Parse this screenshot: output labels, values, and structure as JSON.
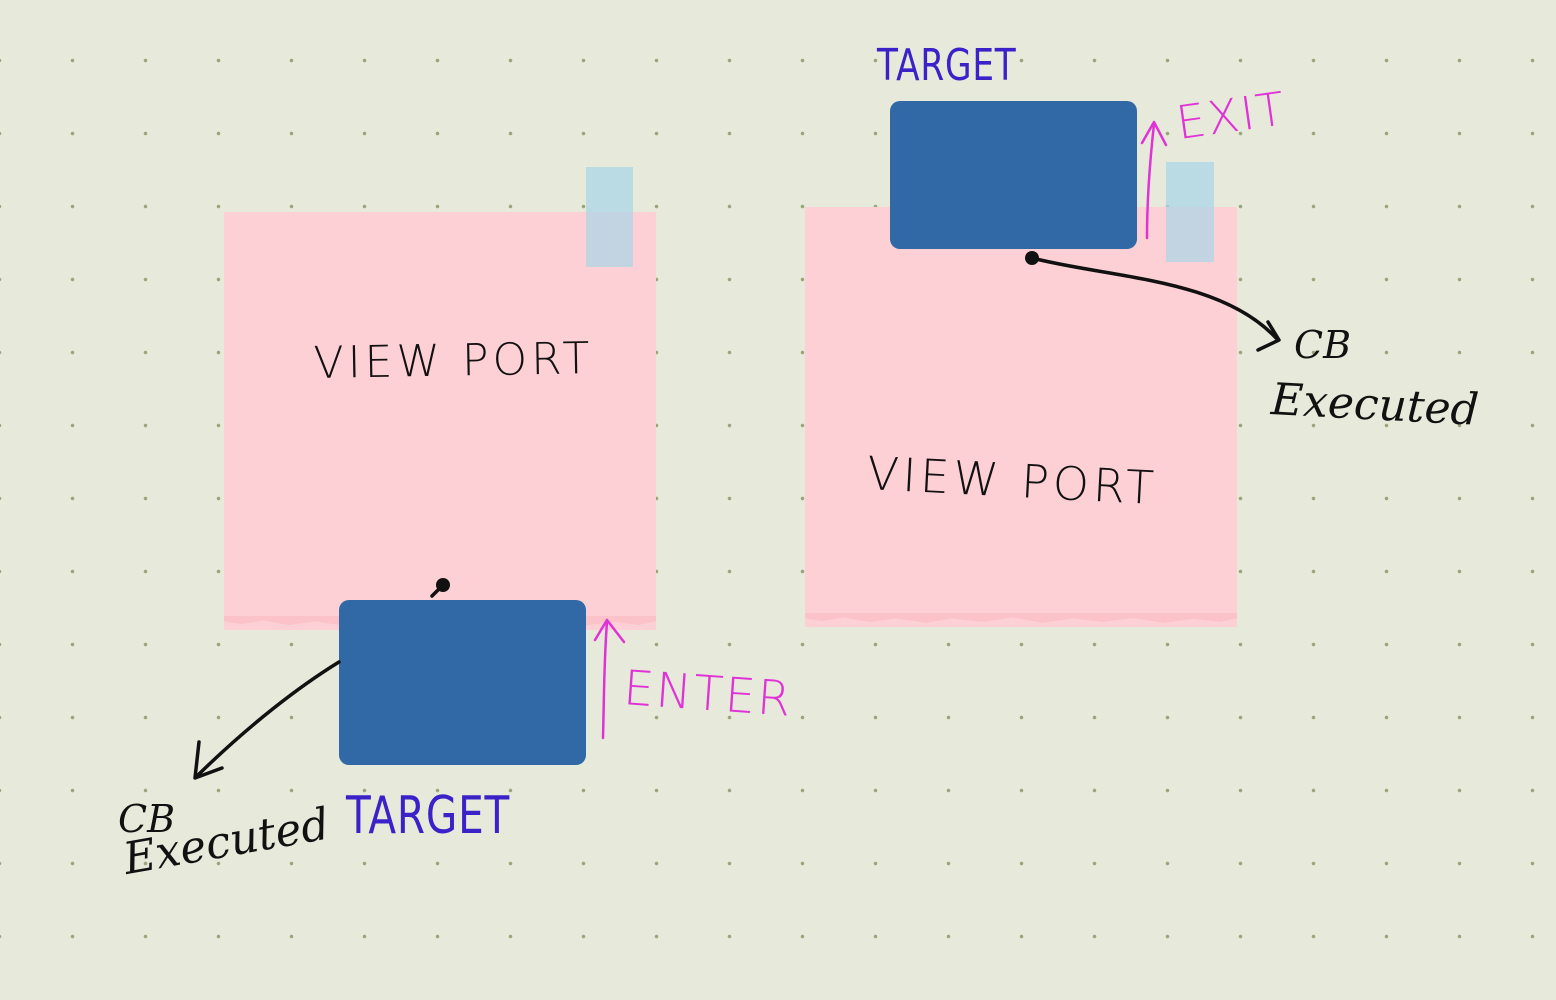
{
  "left_diagram": {
    "viewport_label": "VIEW PORT",
    "target_label": "TARGET",
    "event_label": "ENTER",
    "callback_line1": "CB",
    "callback_line2": "Executed"
  },
  "right_diagram": {
    "viewport_label": "VIEW PORT",
    "target_label": "TARGET",
    "event_label": "EXIT",
    "callback_line1": "CB",
    "callback_line2": "Executed"
  },
  "colors": {
    "background": "#e7eadb",
    "viewport_note": "#fdd0d5",
    "target_box": "#3169a7",
    "target_label": "#3a22c8",
    "event_label": "#e033d6",
    "tape": "#aad6e8",
    "ink": "#111111"
  }
}
